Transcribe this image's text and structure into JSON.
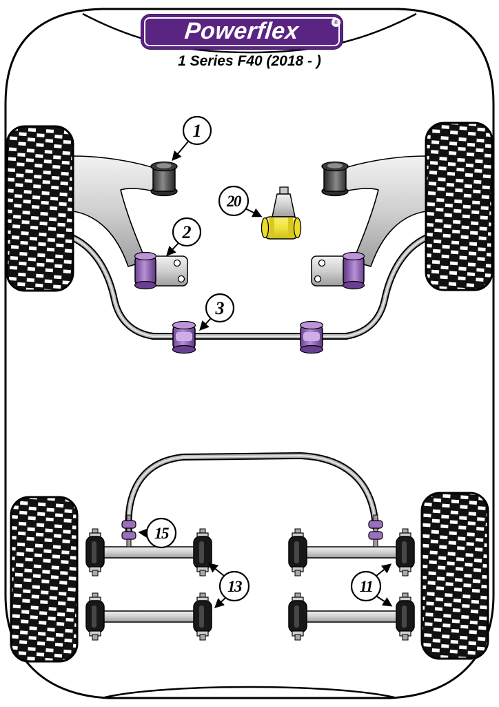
{
  "header": {
    "brand": "Powerflex",
    "registered_mark": "®",
    "subtitle": "1 Series F40 (2018 - )"
  },
  "diagram": {
    "callouts": {
      "front_upper_arm_bushing": "1",
      "front_lower_arm_bushing": "2",
      "front_anti_roll_bar_bushing": "3",
      "lower_engine_mount_bushing": "20",
      "rear_anti_roll_bar_link": "15",
      "rear_left_trailing_arms": "13",
      "rear_right_trailing_arms": "11"
    },
    "colors": {
      "brand_purple": "#5a2482",
      "bushing_purple": "#9a6fbf",
      "bushing_yellow": "#eedd2e",
      "tire_black": "#111111",
      "metal_gray": "#c8c8c8",
      "outline": "#000000"
    }
  }
}
